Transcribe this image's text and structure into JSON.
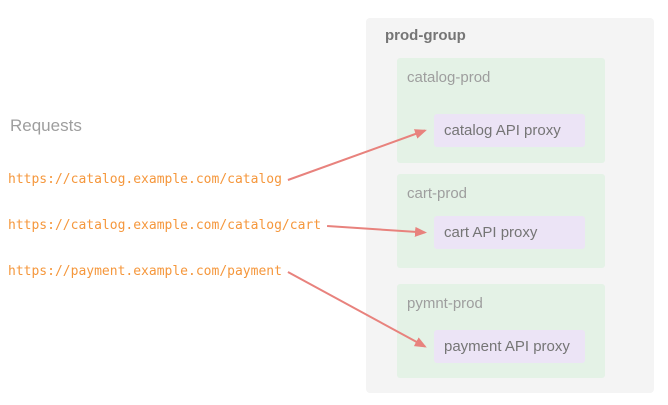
{
  "diagram": {
    "requests_label": "Requests",
    "requests": [
      {
        "url": "https://catalog.example.com/catalog"
      },
      {
        "url": "https://catalog.example.com/catalog/cart"
      },
      {
        "url": "https://payment.example.com/payment"
      }
    ],
    "group": {
      "name": "prod-group",
      "environments": [
        {
          "name": "catalog-prod",
          "proxy_label": "catalog API proxy"
        },
        {
          "name": "cart-prod",
          "proxy_label": "cart API proxy"
        },
        {
          "name": "pymnt-prod",
          "proxy_label": "payment API proxy"
        }
      ]
    },
    "connections": [
      {
        "from": "request-url-1",
        "to": "proxy-box-1"
      },
      {
        "from": "request-url-2",
        "to": "proxy-box-2"
      },
      {
        "from": "request-url-3",
        "to": "proxy-box-3"
      }
    ],
    "colors": {
      "url_text": "#f5973c",
      "arrow": "#e8827d",
      "group_bg": "#f4f4f4",
      "env_bg": "#e4f2e6",
      "proxy_bg": "#ece4f6",
      "label_gray": "#9e9e9e",
      "heading_gray": "#757575"
    }
  }
}
